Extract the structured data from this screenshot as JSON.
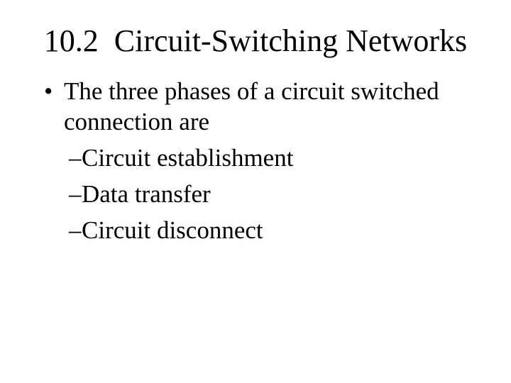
{
  "slide": {
    "title": "10.2  Circuit-Switching Networks",
    "bullets": [
      {
        "level": 1,
        "marker": "•",
        "text": "The three phases of a circuit switched connection are"
      },
      {
        "level": 2,
        "marker": "–",
        "text": "Circuit establishment"
      },
      {
        "level": 2,
        "marker": "–",
        "text": "Data transfer"
      },
      {
        "level": 2,
        "marker": "–",
        "text": "Circuit disconnect"
      }
    ],
    "colors": {
      "background": "#ffffff",
      "text": "#000000"
    }
  }
}
